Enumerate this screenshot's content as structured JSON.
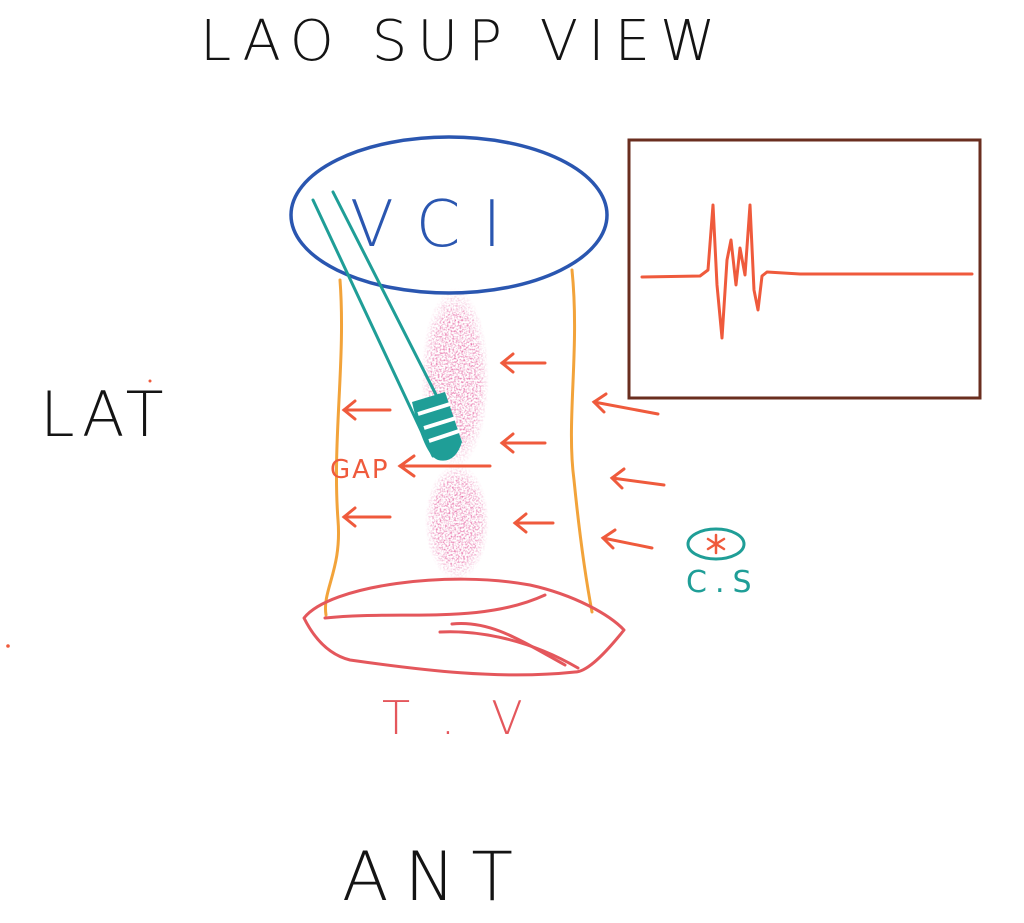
{
  "title": "LAO SUP VIEW",
  "labels": {
    "lat": "LAT",
    "ant": "ANT",
    "vci": "VCI",
    "gap": "GAP",
    "tv": "T.V",
    "cs": "C.S"
  },
  "colors": {
    "ink": "#141414",
    "vci_outline": "#2a56b0",
    "vci_text": "#2a56b0",
    "catheter": "#1f9e97",
    "arrow": "#ef5a3c",
    "wall": "#f2a33a",
    "lesion": "#c81e5a",
    "valve": "#e4575c",
    "egm_frame": "#6a2e1f",
    "egm_trace": "#ef5a3c"
  },
  "icons": {
    "cs_marker": "asterisk-icon"
  }
}
